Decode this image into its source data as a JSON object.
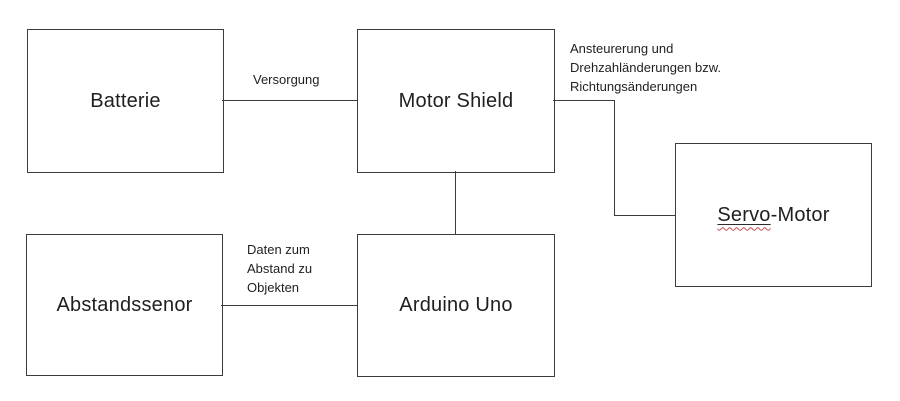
{
  "diagram": {
    "nodes": {
      "batterie": {
        "label": "Batterie"
      },
      "motor_shield": {
        "label": "Motor Shield"
      },
      "abstandssenor": {
        "label": "Abstandssenor"
      },
      "arduino_uno": {
        "label": "Arduino Uno"
      },
      "servo_motor": {
        "label_underlined": "Servo",
        "label_rest": "-Motor"
      }
    },
    "edge_labels": {
      "versorgung": "Versorgung",
      "ansteuerung": "Ansteurerung und\nDrehzahländerungen bzw.\nRichtungsänderungen",
      "daten": "Daten zum\nAbstand zu\nObjekten"
    },
    "colors": {
      "line": "#3c3c3c",
      "text": "#1f1f1f",
      "spellcheck_squiggle": "#c0504d",
      "background": "#ffffff"
    }
  }
}
